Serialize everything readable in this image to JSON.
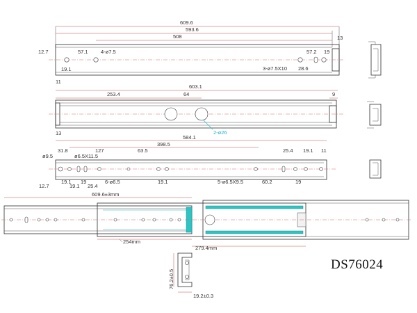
{
  "model_code": "DS76024",
  "view1": {
    "dims": {
      "overall": "609.6",
      "inner": "593.6",
      "mid": "508",
      "right_offset": "13",
      "left_offset": "12.7",
      "hole_spacing_left": "57.1",
      "hole_callout": "4-ø7.5",
      "hole_spacing_right": "57.2",
      "right_spacing": "19",
      "left_bottom": "19.1",
      "slot_callout": "3-ø7.5X10",
      "right_bottom": "28.6",
      "height_mark": "11"
    }
  },
  "view2": {
    "dims": {
      "overall": "603.1",
      "left": "253.4",
      "center": "64",
      "right": "9",
      "height_mark": "13",
      "hole_callout": "2-ø26"
    }
  },
  "view3": {
    "dims": {
      "overall": "584.1",
      "mid": "398.5",
      "offset_a": "31.8",
      "offset_b": "127",
      "offset_c": "63.5",
      "slot_callout": "ø6.5X11.5",
      "hole_dia": "ø9.5",
      "right_a": "25.4",
      "right_b": "19.1",
      "right_c": "11",
      "left_edge": "12.7",
      "b1": "19.1",
      "b2": "19.1",
      "b3": "19",
      "b4": "25.4",
      "hole_callout": "6-ø6.5",
      "b5": "19.1",
      "slot_callout2": "5-ø6.5X9.5",
      "b6": "60.2",
      "b7": "19"
    }
  },
  "view4": {
    "dims": {
      "length": "609.6±3mm",
      "travel_a": "254mm",
      "travel_b": "279.4mm"
    }
  },
  "section": {
    "dims": {
      "height": "76.2±0.5",
      "width": "19.2±0.3"
    }
  }
}
